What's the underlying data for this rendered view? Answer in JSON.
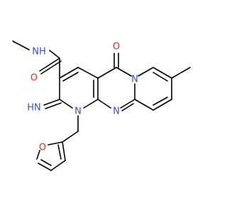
{
  "molecule": {
    "atom_labels": [
      {
        "id": "amide-nh",
        "text": "NH",
        "element": "N"
      },
      {
        "id": "amide-o",
        "text": "O",
        "element": "O"
      },
      {
        "id": "ketone-o",
        "text": "O",
        "element": "O"
      },
      {
        "id": "ring-n-top",
        "text": "N",
        "element": "N"
      },
      {
        "id": "imine-n",
        "text": "HN",
        "element": "N"
      },
      {
        "id": "ring-n-1",
        "text": "N",
        "element": "N"
      },
      {
        "id": "ring-n-bottom",
        "text": "N",
        "element": "N"
      },
      {
        "id": "furan-o",
        "text": "O",
        "element": "O"
      }
    ],
    "colors": {
      "N": "#3b4bd8",
      "O": "#e0281e",
      "bond": "#000000"
    }
  }
}
